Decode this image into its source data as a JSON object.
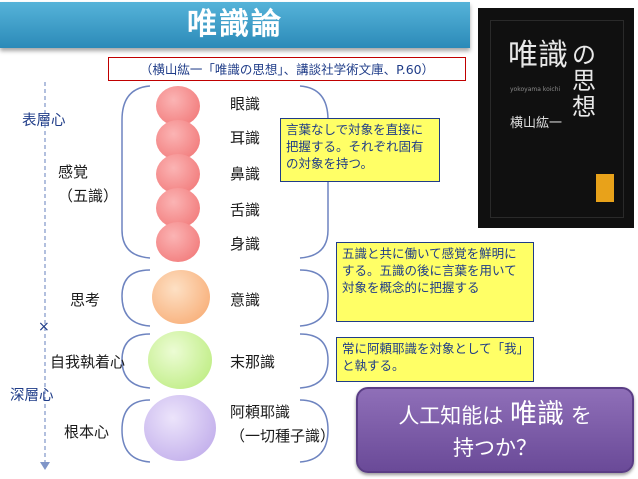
{
  "title": "唯識論",
  "citation": "（横山紘一「唯識の思想」、講談社学術文庫、P.60）",
  "book": {
    "title_main": "唯識",
    "title_rest": "の思想",
    "roman": "yokoyama koichi",
    "author": "横山紘一"
  },
  "layers": {
    "surface": "表層心",
    "deep": "深層心"
  },
  "groups": {
    "senses": "感覚\n（五識）",
    "thought": "思考",
    "ego": "自我執着心",
    "root": "根本心"
  },
  "consciousness": {
    "eye": "眼識",
    "ear": "耳識",
    "nose": "鼻識",
    "tongue": "舌識",
    "body": "身識",
    "mind": "意識",
    "manas": "末那識",
    "alaya_line1": "阿頼耶識",
    "alaya_line2": "（一切種子識）"
  },
  "notes": {
    "senses": "言葉なしで対象を直接に把握する。それぞれ固有の対象を持つ。",
    "mind": "五識と共に働いて感覚を鮮明にする。五識の後に言葉を用いて対象を概念的に把握する",
    "manas": "常に阿頼耶識を対象として「我」と執する。"
  },
  "question": {
    "pre": "人工知能は",
    "em": "唯識",
    "post": "を",
    "line2": "持つか？"
  },
  "colors": {
    "title_bar": "#2b8ab8",
    "sense_circle": "#f27a7a",
    "mind_circle": "#f9b27a",
    "manas_circle": "#c2ef8a",
    "alaya_circle": "#c9b6ef",
    "note_bg": "#ffff66",
    "question_bg": "#7a5aa8"
  }
}
